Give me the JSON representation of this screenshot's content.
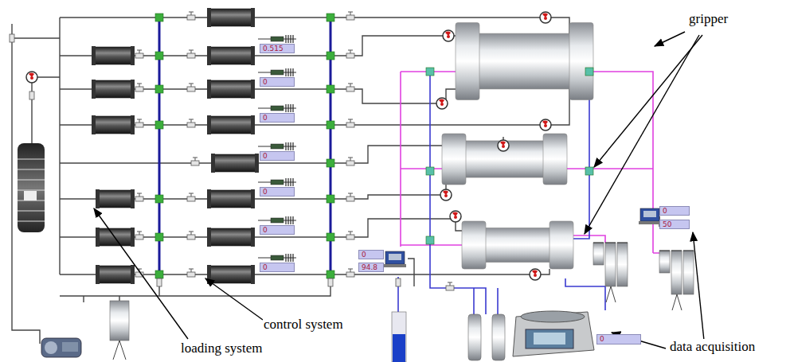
{
  "diagram": {
    "nodes": [
      {
        "text": [
          "0.515"
        ]
      },
      {
        "text": [
          "0"
        ]
      },
      {
        "text": [
          "0"
        ]
      },
      {
        "text": [
          "0"
        ]
      },
      {
        "text": [
          "0"
        ]
      },
      {
        "text": [
          "0"
        ]
      },
      {
        "text": [
          "0"
        ]
      },
      {
        "text": [
          "0"
        ]
      },
      {
        "text": [
          "94.8"
        ]
      },
      {
        "text": [
          "0"
        ]
      },
      {
        "text": [
          "50"
        ]
      },
      {
        "text": [
          "0"
        ]
      }
    ],
    "labels": [
      "gripper",
      "control system",
      "loading system",
      "data acquisition"
    ]
  }
}
